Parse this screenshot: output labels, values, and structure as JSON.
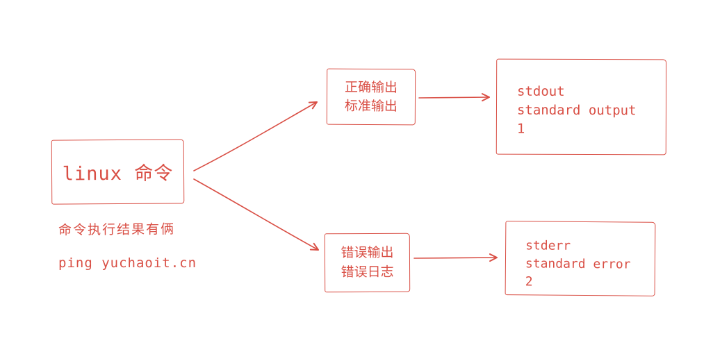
{
  "diagram": {
    "accent_color": "#d94f45",
    "background_color": "#ffffff",
    "nodes": {
      "linux_command": {
        "label": "linux 命令"
      },
      "standard_output_cn": {
        "lines": [
          "正确输出",
          "标准输出"
        ]
      },
      "stdout": {
        "lines": [
          "stdout",
          "standard output",
          "1"
        ]
      },
      "error_output_cn": {
        "lines": [
          "错误输出",
          "错误日志"
        ]
      },
      "stderr": {
        "lines": [
          "stderr",
          "standard error",
          "2"
        ]
      }
    },
    "captions": {
      "results_note": "命令执行结果有俩",
      "ping_command": "ping yuchaoit.cn"
    }
  }
}
